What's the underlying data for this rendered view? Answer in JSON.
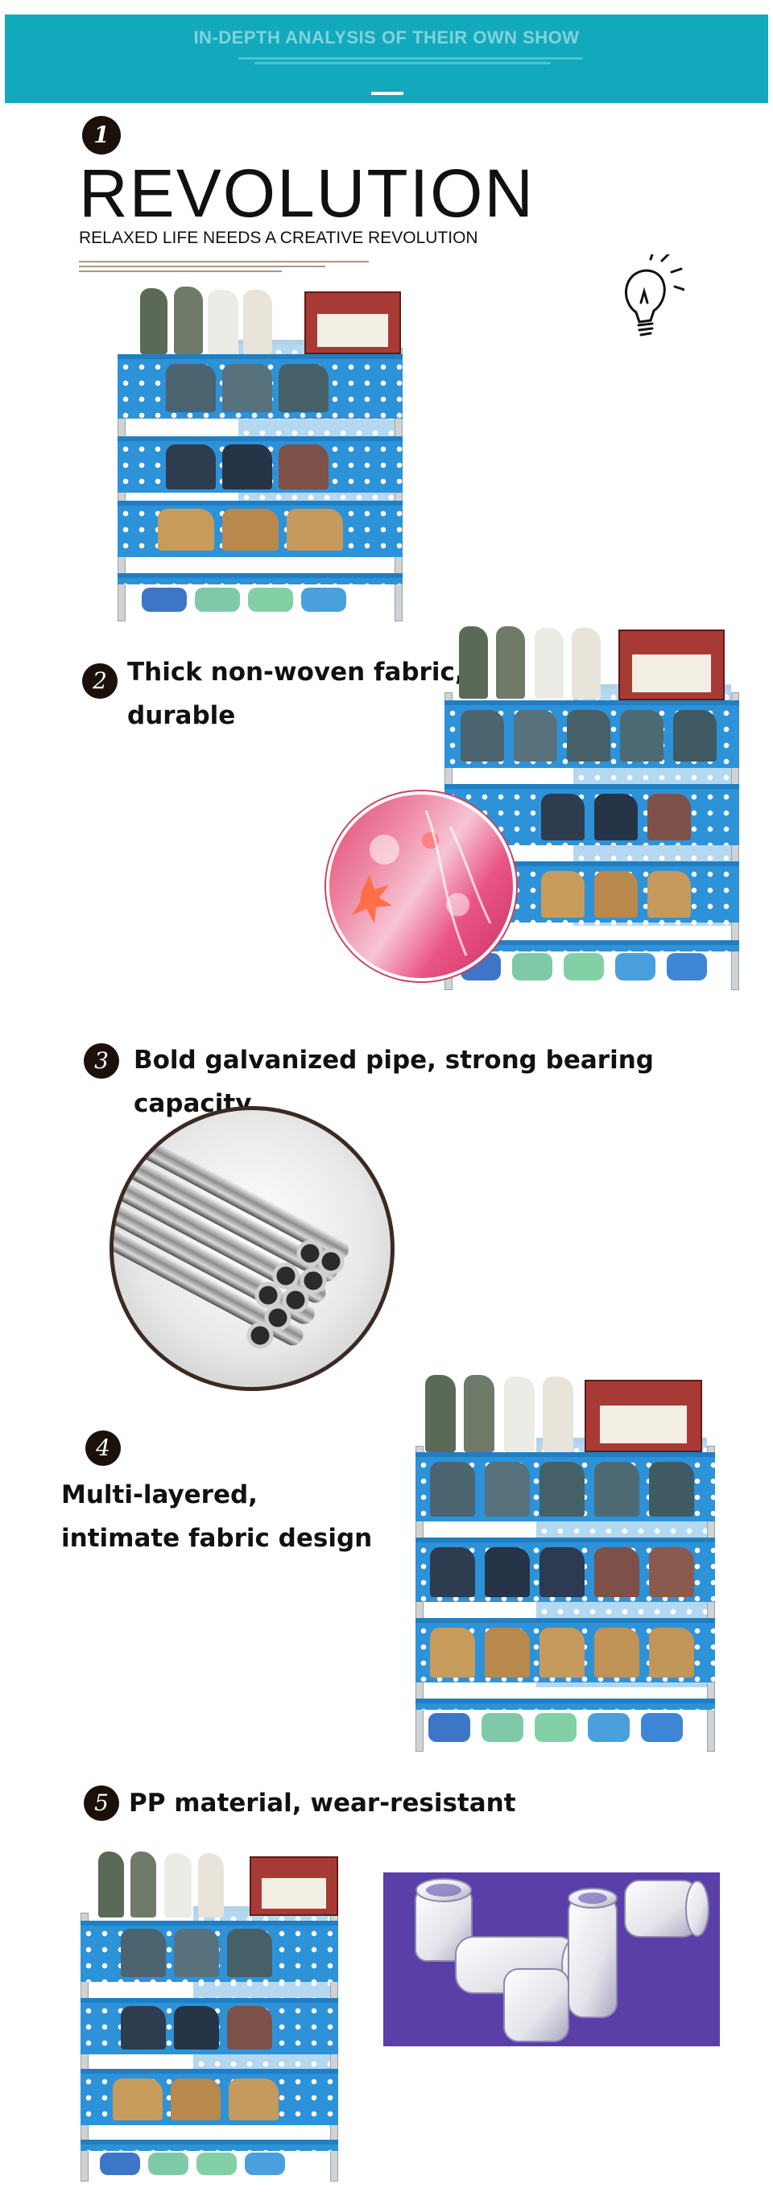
{
  "banner": {
    "title": "IN-DEPTH ANALYSIS OF THEIR OWN SHOW",
    "accent_color": "#13a9bc"
  },
  "hero": {
    "number": "1",
    "title": "REVOLUTION",
    "subtitle": "RELAXED LIFE NEEDS A CREATIVE REVOLUTION",
    "icon": "lightbulb-icon"
  },
  "features": [
    {
      "number": "2",
      "text": "Thick non-woven fabric, durable"
    },
    {
      "number": "3",
      "text": "Bold galvanized pipe, strong bearing capacity"
    },
    {
      "number": "4",
      "text": "Multi-layered, intimate fabric design"
    },
    {
      "number": "5",
      "text": "PP material, wear-resistant"
    }
  ],
  "colors": {
    "rack_fabric": "#2d92d8",
    "badge": "#1b110a",
    "fabric_pink": "#e04873",
    "pp_background": "#5a3fa8"
  }
}
